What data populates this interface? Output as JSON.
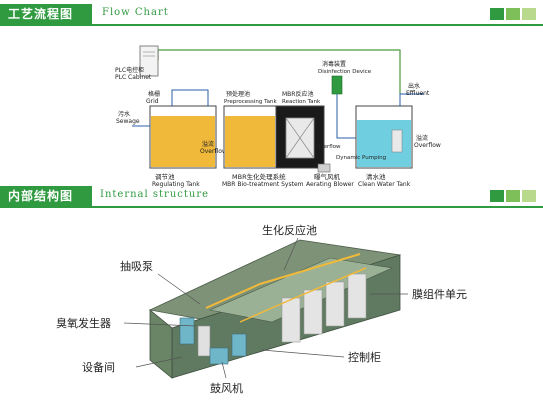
{
  "section1": {
    "title_cn": "工艺流程图",
    "title_en": "Flow Chart"
  },
  "section2": {
    "title_cn": "内部结构图",
    "title_en": "Internal structure"
  },
  "flow_labels": {
    "plc_cn": "PLC电控柜",
    "plc_en": "PLC Cabinet",
    "grid_cn": "格栅",
    "grid_en": "Grid",
    "sewage_cn": "污水",
    "sewage_en": "Sewage",
    "pre_cn": "预处理池",
    "pre_en": "Preprocessing Tank",
    "mbr_react_cn": "MBR反应池",
    "mbr_react_en": "Reaction Tank",
    "disinfect_cn": "消毒装置",
    "disinfect_en": "Disinfection Device",
    "effluent_cn": "出水",
    "effluent_en": "Effluent",
    "overflow_cn": "溢流",
    "overflow_en": "Overflow",
    "overflow2_cn": "溢流",
    "overflow2_en": "Overflow",
    "overflow3_en": "Overflow",
    "dyn_pump_cn": "Dynamic Pumping",
    "regulating_cn": "调节池",
    "regulating_en": "Regulating Tank",
    "mbr_sys_cn": "MBR生化处理系统",
    "mbr_sys_en": "MBR Bio-treatment System",
    "blower_cn": "曝气风机",
    "blower_en": "Aerating Blower",
    "clean_cn": "清水池",
    "clean_en": "Clean Water Tank"
  },
  "structure_labels": {
    "bio_tank": "生化反应池",
    "suction_pump": "抽吸泵",
    "membrane_unit": "膜组件单元",
    "ozone": "臭氧发生器",
    "control": "控制柜",
    "equipment_room": "设备间",
    "blower": "鼓风机"
  },
  "colors": {
    "green": "#2f9a3f",
    "yellow": "#f0b93a",
    "cyan": "#6fcfe0",
    "pipe_green": "#4a9d3b",
    "pipe_blue": "#2a5fa8"
  }
}
